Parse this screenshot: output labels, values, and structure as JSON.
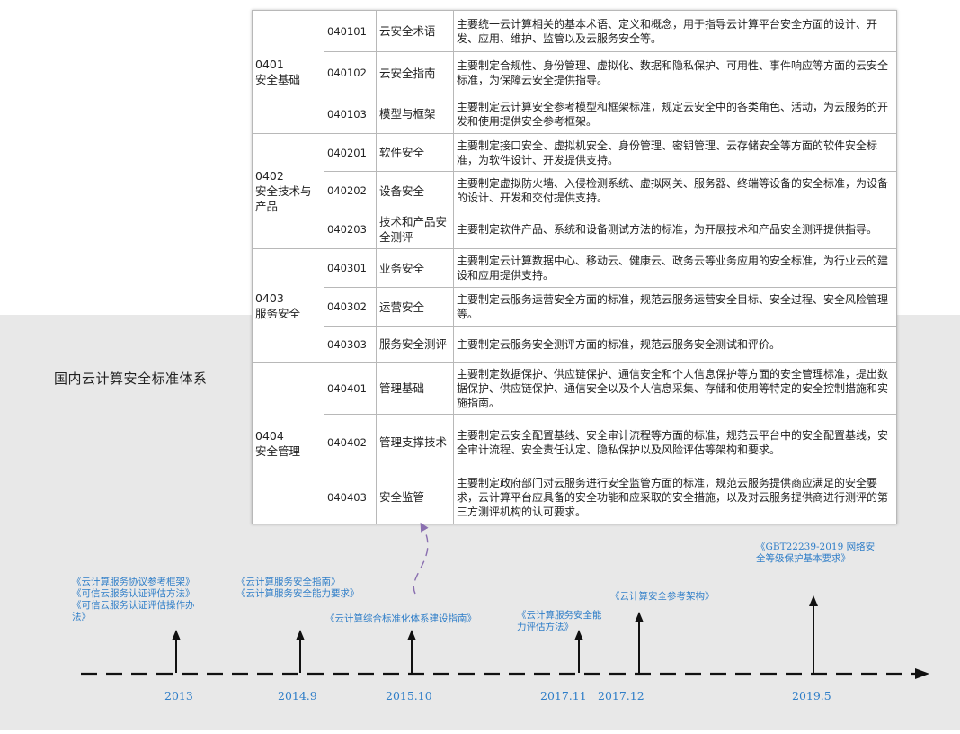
{
  "title": "国内云计算安全标准体系",
  "table": {
    "groups": [
      {
        "code": "0401",
        "name": "安全基础",
        "rows": [
          {
            "code": "040101",
            "name": "云安全术语",
            "desc": "主要统一云计算相关的基本术语、定义和概念，用于指导云计算平台安全方面的设计、开发、应用、维护、监管以及云服务安全等。"
          },
          {
            "code": "040102",
            "name": "云安全指南",
            "desc": "主要制定合规性、身份管理、虚拟化、数据和隐私保护、可用性、事件响应等方面的云安全标准，为保障云安全提供指导。"
          },
          {
            "code": "040103",
            "name": "模型与框架",
            "desc": "主要制定云计算安全参考模型和框架标准，规定云安全中的各类角色、活动，为云服务的开发和使用提供安全参考框架。"
          }
        ]
      },
      {
        "code": "0402",
        "name": "安全技术与产品",
        "rows": [
          {
            "code": "040201",
            "name": "软件安全",
            "desc": "主要制定接口安全、虚拟机安全、身份管理、密钥管理、云存储安全等方面的软件安全标准，为软件设计、开发提供支持。"
          },
          {
            "code": "040202",
            "name": "设备安全",
            "desc": "主要制定虚拟防火墙、入侵检测系统、虚拟网关、服务器、终端等设备的安全标准，为设备的设计、开发和交付提供支持。"
          },
          {
            "code": "040203",
            "name": "技术和产品安全测评",
            "desc": "主要制定软件产品、系统和设备测试方法的标准，为开展技术和产品安全测评提供指导。"
          }
        ]
      },
      {
        "code": "0403",
        "name": "服务安全",
        "rows": [
          {
            "code": "040301",
            "name": "业务安全",
            "desc": "主要制定云计算数据中心、移动云、健康云、政务云等业务应用的安全标准，为行业云的建设和应用提供支持。"
          },
          {
            "code": "040302",
            "name": "运营安全",
            "desc": "主要制定云服务运营安全方面的标准，规范云服务运营安全目标、安全过程、安全风险管理等。"
          },
          {
            "code": "040303",
            "name": "服务安全测评",
            "desc": "主要制定云服务安全测评方面的标准，规范云服务安全测试和评价。"
          }
        ]
      },
      {
        "code": "0404",
        "name": "安全管理",
        "rows": [
          {
            "code": "040401",
            "name": "管理基础",
            "desc": "主要制定数据保护、供应链保护、通信安全和个人信息保护等方面的安全管理标准，提出数据保护、供应链保护、通信安全以及个人信息采集、存储和使用等特定的安全控制措施和实施指南。"
          },
          {
            "code": "040402",
            "name": "管理支撑技术",
            "desc": "主要制定云安全配置基线、安全审计流程等方面的标准，规范云平台中的安全配置基线，安全审计流程、安全责任认定、隐私保护以及风险评估等架构和要求。"
          },
          {
            "code": "040403",
            "name": "安全监管",
            "desc": "主要制定政府部门对云服务进行安全监管方面的标准，规范云服务提供商应满足的安全要求，云计算平台应具备的安全功能和应采取的安全措施，以及对云服务提供商进行测评的第三方测评机构的认可要求。"
          }
        ]
      }
    ]
  },
  "timeline": {
    "events": [
      {
        "year": "2013",
        "docs": [
          "《云计算服务协议参考框架》",
          "《可信云服务认证评估方法》",
          "《可信云服务认证评估操作办",
          "法》"
        ]
      },
      {
        "year": "2014.9",
        "docs": [
          "《云计算服务安全指南》",
          "《云计算服务安全能力要求》"
        ]
      },
      {
        "year": "2015.10",
        "docs": [
          "《云计算综合标准化体系建设指南》"
        ]
      },
      {
        "year": "2017.11",
        "docs": [
          "《云计算服务安全能",
          "力评估方法》"
        ]
      },
      {
        "year": "2017.12",
        "docs": [
          "《云计算安全参考架构》"
        ]
      },
      {
        "year": "2019.5",
        "docs": [
          "《GBT22239-2019 网络安",
          "全等级保护基本要求》"
        ]
      }
    ]
  },
  "colors": {
    "accent_text": "#2f7ec8",
    "connector": "#8a6fb0",
    "axis": "#111111",
    "panel": "#e8e8e8"
  }
}
